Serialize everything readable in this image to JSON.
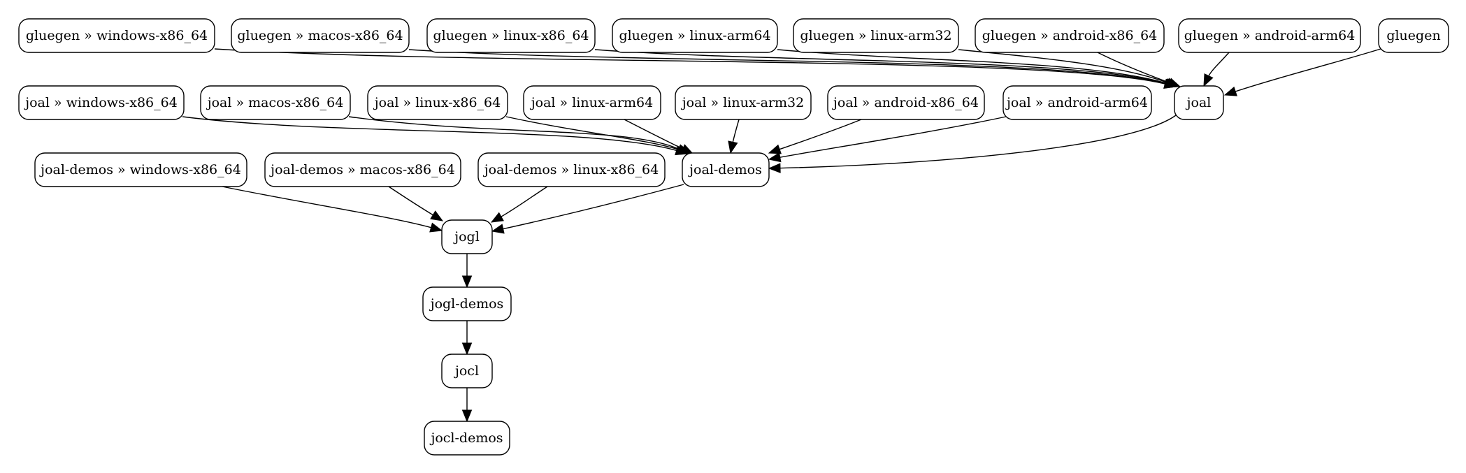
{
  "graph": {
    "nodes": [
      {
        "id": "gluegen-windows",
        "label": "gluegen » windows-x86_64"
      },
      {
        "id": "gluegen-macos",
        "label": "gluegen » macos-x86_64"
      },
      {
        "id": "gluegen-linux-x86",
        "label": "gluegen » linux-x86_64"
      },
      {
        "id": "gluegen-linux-arm64",
        "label": "gluegen » linux-arm64"
      },
      {
        "id": "gluegen-linux-arm32",
        "label": "gluegen » linux-arm32"
      },
      {
        "id": "gluegen-android-x86",
        "label": "gluegen » android-x86_64"
      },
      {
        "id": "gluegen-android-arm64",
        "label": "gluegen » android-arm64"
      },
      {
        "id": "gluegen",
        "label": "gluegen"
      },
      {
        "id": "joal-windows",
        "label": "joal » windows-x86_64"
      },
      {
        "id": "joal-macos",
        "label": "joal » macos-x86_64"
      },
      {
        "id": "joal-linux-x86",
        "label": "joal » linux-x86_64"
      },
      {
        "id": "joal-linux-arm64",
        "label": "joal » linux-arm64"
      },
      {
        "id": "joal-linux-arm32",
        "label": "joal » linux-arm32"
      },
      {
        "id": "joal-android-x86",
        "label": "joal » android-x86_64"
      },
      {
        "id": "joal-android-arm64",
        "label": "joal » android-arm64"
      },
      {
        "id": "joal",
        "label": "joal"
      },
      {
        "id": "joal-demos-windows",
        "label": "joal-demos » windows-x86_64"
      },
      {
        "id": "joal-demos-macos",
        "label": "joal-demos » macos-x86_64"
      },
      {
        "id": "joal-demos-linux-x86",
        "label": "joal-demos » linux-x86_64"
      },
      {
        "id": "joal-demos",
        "label": "joal-demos"
      },
      {
        "id": "jogl",
        "label": "jogl"
      },
      {
        "id": "jogl-demos",
        "label": "jogl-demos"
      },
      {
        "id": "jocl",
        "label": "jocl"
      },
      {
        "id": "jocl-demos",
        "label": "jocl-demos"
      }
    ],
    "edges": [
      {
        "from": "gluegen-windows",
        "to": "joal"
      },
      {
        "from": "gluegen-macos",
        "to": "joal"
      },
      {
        "from": "gluegen-linux-x86",
        "to": "joal"
      },
      {
        "from": "gluegen-linux-arm64",
        "to": "joal"
      },
      {
        "from": "gluegen-linux-arm32",
        "to": "joal"
      },
      {
        "from": "gluegen-android-x86",
        "to": "joal"
      },
      {
        "from": "gluegen-android-arm64",
        "to": "joal"
      },
      {
        "from": "gluegen",
        "to": "joal"
      },
      {
        "from": "joal-windows",
        "to": "joal-demos"
      },
      {
        "from": "joal-macos",
        "to": "joal-demos"
      },
      {
        "from": "joal-linux-x86",
        "to": "joal-demos"
      },
      {
        "from": "joal-linux-arm64",
        "to": "joal-demos"
      },
      {
        "from": "joal-linux-arm32",
        "to": "joal-demos"
      },
      {
        "from": "joal-android-x86",
        "to": "joal-demos"
      },
      {
        "from": "joal-android-arm64",
        "to": "joal-demos"
      },
      {
        "from": "joal",
        "to": "joal-demos"
      },
      {
        "from": "joal-demos-windows",
        "to": "jogl"
      },
      {
        "from": "joal-demos-macos",
        "to": "jogl"
      },
      {
        "from": "joal-demos-linux-x86",
        "to": "jogl"
      },
      {
        "from": "joal-demos",
        "to": "jogl"
      },
      {
        "from": "jogl",
        "to": "jogl-demos"
      },
      {
        "from": "jogl-demos",
        "to": "jocl"
      },
      {
        "from": "jocl",
        "to": "jocl-demos"
      }
    ]
  }
}
